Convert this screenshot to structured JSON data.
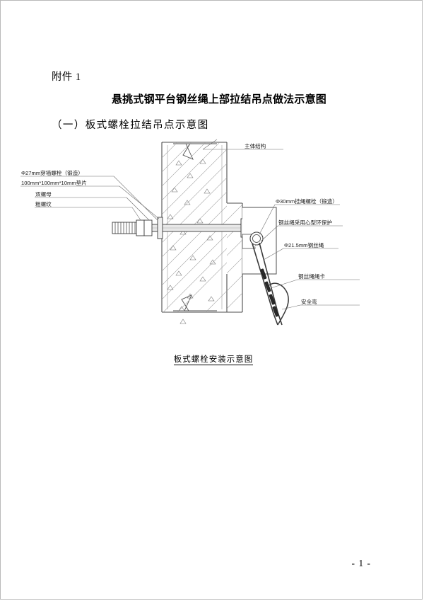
{
  "document": {
    "attachment_number": "附件 1",
    "title": "悬挑式钢平台钢丝绳上部拉结吊点做法示意图",
    "subtitle": "（一）板式螺栓拉结吊点示意图",
    "figure_caption": "板式螺栓安装示意图",
    "page_number": "- 1 -"
  },
  "figure": {
    "labels_left": [
      {
        "text": "Φ27mm穿墙螺栓（锻造）"
      },
      {
        "text": "100mm*100mm*10mm垫片"
      },
      {
        "text": "双螺母"
      },
      {
        "text": "粗螺纹"
      }
    ],
    "labels_right": [
      {
        "text": "主体结构"
      },
      {
        "text": "Φ30mm挂绳螺栓（锻造）"
      },
      {
        "text": "钢丝绳采用心型环保护"
      },
      {
        "text": "Φ21.5mm钢丝绳"
      },
      {
        "text": "钢丝绳绳卡"
      },
      {
        "text": "安全弯"
      }
    ]
  },
  "colors": {
    "ink": "#000000",
    "line": "#4d4d4d",
    "hatch": "#8a8a8a",
    "page_border": "#b9b9b9"
  }
}
